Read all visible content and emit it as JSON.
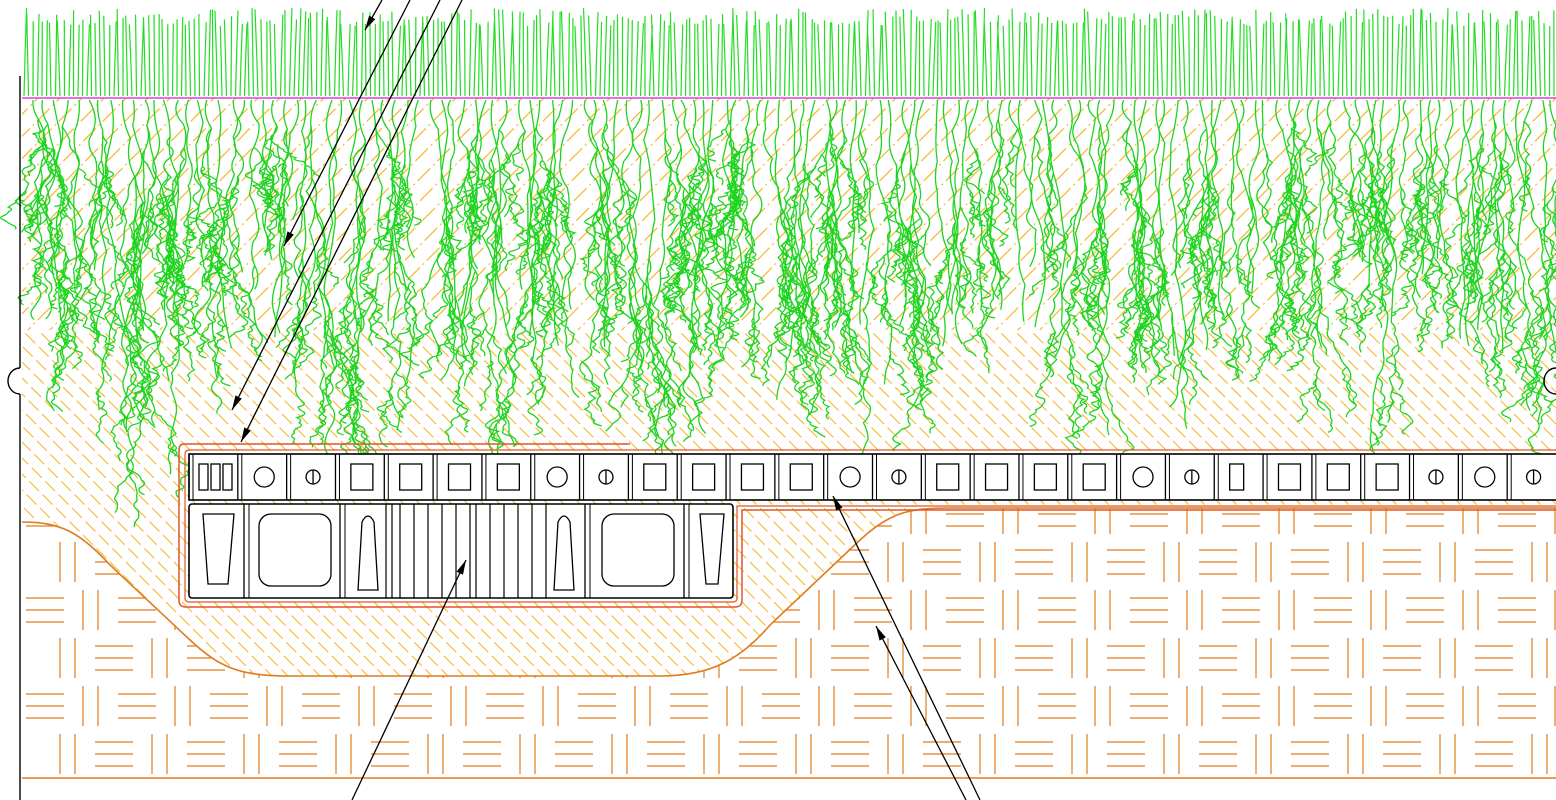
{
  "diagram": {
    "kind": "cad-cross-section",
    "labels": [],
    "layers": [
      {
        "name": "grass-turf",
        "color": "#22dd22"
      },
      {
        "name": "topsoil-with-roots",
        "color": "#f5b82e",
        "root_color": "#1fd41f"
      },
      {
        "name": "sand-bedding",
        "color": "#f5b82e"
      },
      {
        "name": "native-subgrade",
        "color": "#e07a1f"
      }
    ],
    "ground_line_color": "#e23ce2",
    "outline_color": "#e0572a",
    "conduit_bank": {
      "upper_row_cells": [
        "rects3",
        "circle",
        "dcircle",
        "square",
        "square",
        "square",
        "square",
        "circle",
        "dcircle",
        "square",
        "square",
        "square",
        "square",
        "circle",
        "dcircle",
        "square",
        "square",
        "square",
        "square",
        "circle",
        "dcircle",
        "rect",
        "square",
        "square",
        "square",
        "dcircle",
        "circle",
        "dcircle"
      ],
      "lower_row_cells": [
        "taper-slot",
        "rounded-box",
        "slot",
        "vbars",
        "slot",
        "rounded-box",
        "taper-slot"
      ]
    },
    "leader_color": "#000000",
    "leader_count": 7
  }
}
